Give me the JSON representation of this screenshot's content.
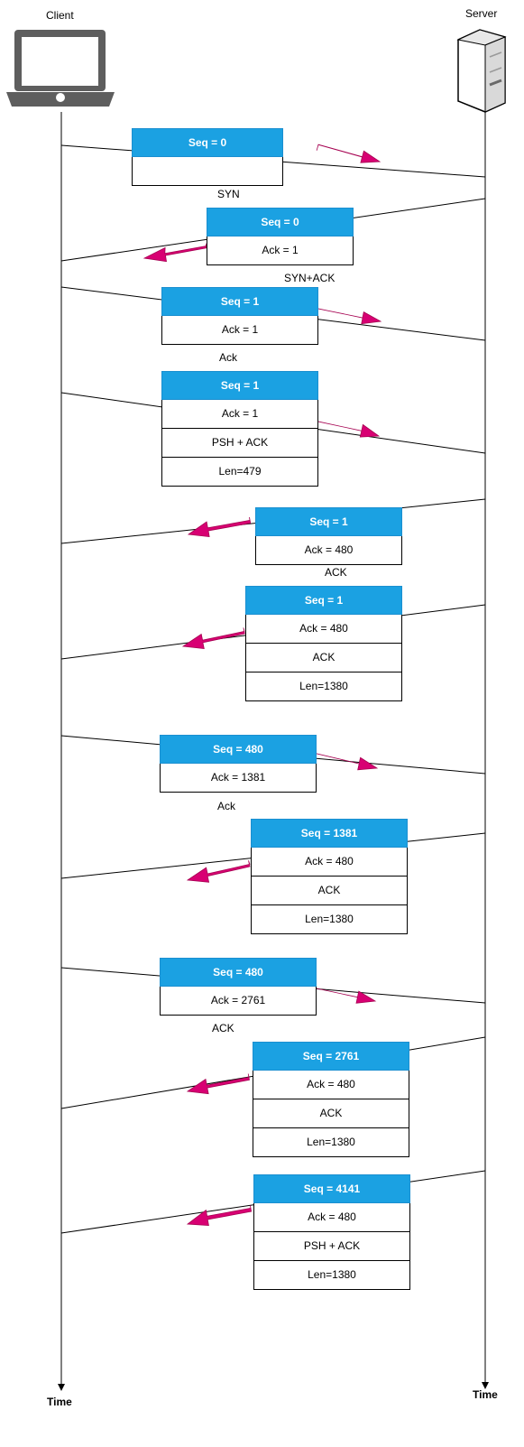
{
  "client_label": "Client",
  "server_label": "Server",
  "time_client": "Time",
  "time_server": "Time",
  "colors": {
    "header": "#1ba1e2",
    "arrow": "#d80073",
    "line": "#000000"
  },
  "packets": [
    {
      "rows": [
        "Seq = 0",
        ""
      ],
      "caption": "SYN",
      "direction": "to-server"
    },
    {
      "rows": [
        "Seq = 0",
        "Ack = 1"
      ],
      "caption": "SYN+ACK",
      "direction": "to-client"
    },
    {
      "rows": [
        "Seq = 1",
        "Ack = 1"
      ],
      "caption": "Ack",
      "direction": "to-server"
    },
    {
      "rows": [
        "Seq = 1",
        "Ack = 1",
        "PSH + ACK",
        "Len=479"
      ],
      "caption": "",
      "direction": "to-server"
    },
    {
      "rows": [
        "Seq = 1",
        "Ack = 480"
      ],
      "caption": "ACK",
      "direction": "to-client"
    },
    {
      "rows": [
        "Seq = 1",
        "Ack = 480",
        "ACK",
        "Len=1380"
      ],
      "caption": "",
      "direction": "to-client"
    },
    {
      "rows": [
        "Seq = 480",
        "Ack = 1381"
      ],
      "caption": "Ack",
      "direction": "to-server"
    },
    {
      "rows": [
        "Seq = 1381",
        "Ack = 480",
        "ACK",
        "Len=1380"
      ],
      "caption": "",
      "direction": "to-client"
    },
    {
      "rows": [
        "Seq = 480",
        "Ack = 2761"
      ],
      "caption": "ACK",
      "direction": "to-server"
    },
    {
      "rows": [
        "Seq = 2761",
        "Ack = 480",
        "ACK",
        "Len=1380"
      ],
      "caption": "",
      "direction": "to-client"
    },
    {
      "rows": [
        "Seq = 4141",
        "Ack = 480",
        "PSH + ACK",
        "Len=1380"
      ],
      "caption": "",
      "direction": "to-client"
    }
  ]
}
